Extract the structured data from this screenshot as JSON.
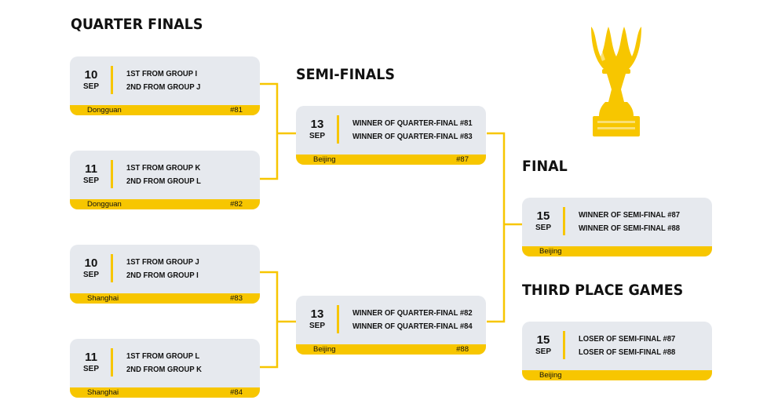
{
  "headings": {
    "quarter_finals": "QUARTER FINALS",
    "semi_finals": "SEMI-FINALS",
    "final": "FINAL",
    "third_place": "THIRD PLACE GAMES"
  },
  "quarter_finals": [
    {
      "day": "10",
      "month": "SEP",
      "team1": "1ST FROM GROUP I",
      "team2": "2ND FROM GROUP J",
      "city": "Dongguan",
      "game": "#81"
    },
    {
      "day": "11",
      "month": "SEP",
      "team1": "1ST FROM GROUP K",
      "team2": "2ND FROM GROUP L",
      "city": "Dongguan",
      "game": "#82"
    },
    {
      "day": "10",
      "month": "SEP",
      "team1": "1ST FROM GROUP J",
      "team2": "2ND FROM GROUP I",
      "city": "Shanghai",
      "game": "#83"
    },
    {
      "day": "11",
      "month": "SEP",
      "team1": "1ST FROM GROUP L",
      "team2": "2ND FROM GROUP K",
      "city": "Shanghai",
      "game": "#84"
    }
  ],
  "semi_finals": [
    {
      "day": "13",
      "month": "SEP",
      "team1": "WINNER OF QUARTER-FINAL #81",
      "team2": "WINNER OF QUARTER-FINAL #83",
      "city": "Beijing",
      "game": "#87"
    },
    {
      "day": "13",
      "month": "SEP",
      "team1": "WINNER OF QUARTER-FINAL #82",
      "team2": "WINNER OF QUARTER-FINAL #84",
      "city": "Beijing",
      "game": "#88"
    }
  ],
  "final": {
    "day": "15",
    "month": "SEP",
    "team1": "WINNER OF SEMI-FINAL #87",
    "team2": "WINNER OF SEMI-FINAL #88",
    "city": "Beijing"
  },
  "third_place": {
    "day": "15",
    "month": "SEP",
    "team1": "LOSER OF SEMI-FINAL #87",
    "team2": "LOSER OF SEMI-FINAL #88",
    "city": "Beijing"
  },
  "colors": {
    "accent": "#f7c600",
    "card": "#e6e9ee",
    "text": "#111111"
  },
  "icons": {
    "trophy": "trophy-icon"
  }
}
